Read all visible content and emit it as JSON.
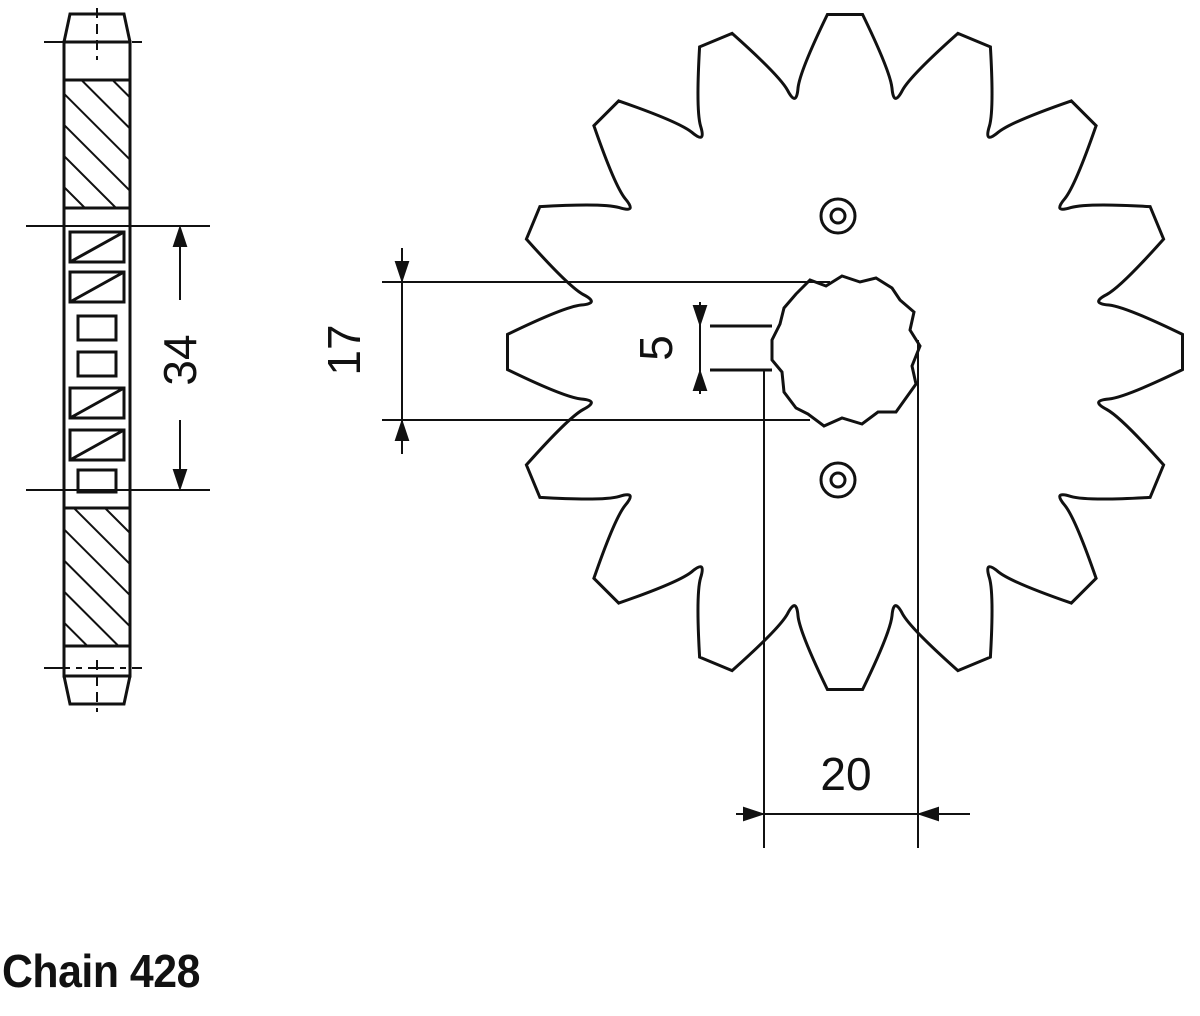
{
  "dimensions": {
    "hub_diameter": "34",
    "bore_height": "17",
    "keyway": "5",
    "bore_width": "20"
  },
  "caption": "Chain 428",
  "sprocket": {
    "teeth": 16
  },
  "colors": {
    "ink": "#111111",
    "paper": "#ffffff"
  }
}
